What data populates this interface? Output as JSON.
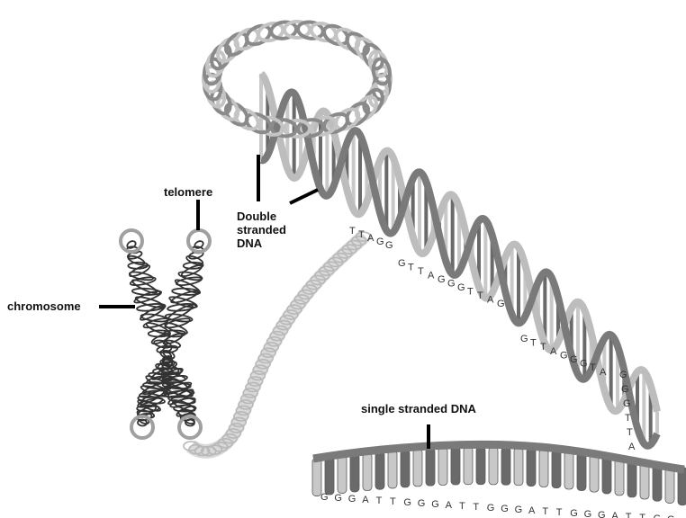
{
  "labels": {
    "telomere": "telomere",
    "chromosome": "chromosome",
    "double_stranded_dna": [
      "Double",
      "stranded",
      "DNA"
    ],
    "single_stranded_dna": "single stranded DNA"
  },
  "sequences": {
    "bottom_strand": "GGGATTGGGATTGGGATTGGGATTGG",
    "helix_overhang_1": "TTAGG",
    "helix_overhang_2": "GTTAGGGTTAG",
    "helix_overhang_3": "GTTAGGGTA",
    "helix_overhang_4": "GGGTTA"
  },
  "colors": {
    "background": "#ffffff",
    "strand_dark": "#707070",
    "strand_light": "#bdbdbd",
    "rung_dark": "#6a6a6a",
    "rung_light": "#c8c8c8",
    "chromosome": "#333333",
    "telomere_ring": "#a0a0a0",
    "leader_line": "#000000"
  }
}
